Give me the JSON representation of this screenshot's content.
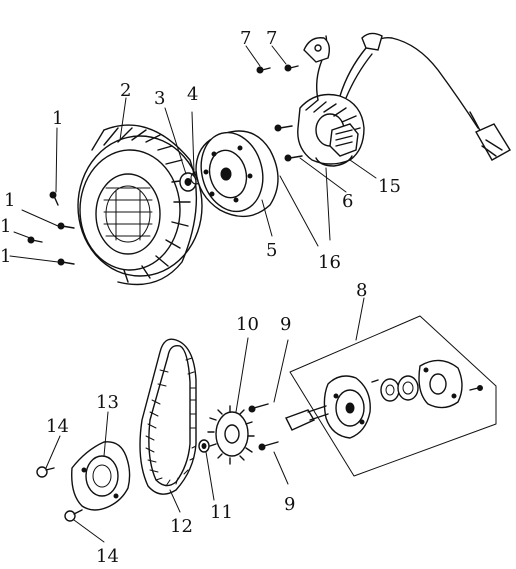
{
  "callouts": {
    "c1a": "1",
    "c1b": "1",
    "c1c": "1",
    "c1d": "1",
    "c2": "2",
    "c3": "3",
    "c4": "4",
    "c5": "5",
    "c6": "6",
    "c7a": "7",
    "c7b": "7",
    "c8": "8",
    "c9a": "9",
    "c9b": "9",
    "c10": "10",
    "c11": "11",
    "c12": "12",
    "c13": "13",
    "c14a": "14",
    "c14b": "14",
    "c15": "15",
    "c16": "16"
  }
}
